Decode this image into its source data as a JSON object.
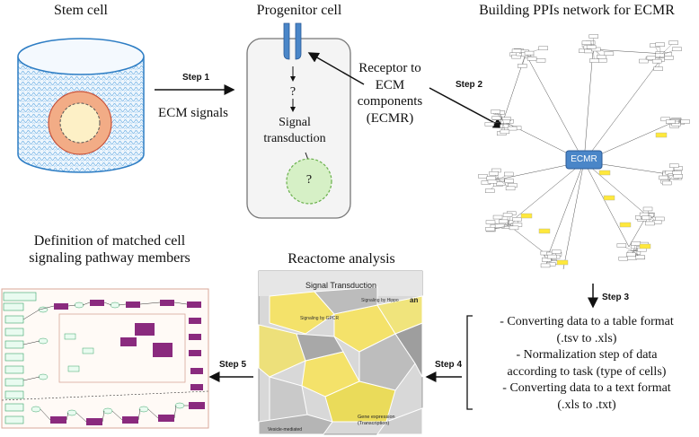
{
  "titles": {
    "stem_cell": "Stem cell",
    "progenitor_cell": "Progenitor cell",
    "ppi_network": "Building PPIs network for ECMR",
    "definition": "Definition of matched cell signaling pathway members",
    "reactome": "Reactome analysis"
  },
  "labels": {
    "ecm_signals": "ECM signals",
    "receptor": "Receptor to ECM components (ECMR)",
    "question_1": "?",
    "signal_transduction": "Signal transduction",
    "question_2": "?",
    "ecmr_node": "ECMR"
  },
  "steps": {
    "step1": "Step 1",
    "step2": "Step 2",
    "step3": "Step 3",
    "step4": "Step 4",
    "step5": "Step 5"
  },
  "processing": {
    "line1": "- Converting data to a table format",
    "line2": "(.tsv to .xls)",
    "line3": "-   Normalization step of data",
    "line4": "according to task (type of cells)",
    "line5": "-   Converting data to a text format",
    "line6": "(.xls to .txt)"
  },
  "reactome_map": {
    "header": "Signal Transduction",
    "sub1": "Signaling by Hippo",
    "sub2": "Signaling by GPCR",
    "footer1": "Gene expression",
    "footer2": "(Transcription)",
    "footer3": "Vesicle-mediated",
    "side": "an"
  },
  "colors": {
    "ecmr_blue": "#4a86c8",
    "receptor_blue": "#4a86c8",
    "nucleus_orange": "#f2ac86",
    "inner_yellow": "#fdf0c6",
    "green_circle": "#d6f0c6",
    "cylinder_blue": "#5aa7e0",
    "node_yellow": "#ffe83c",
    "purple": "#8a2a7e",
    "reactome_yellow": "#f4e26a"
  }
}
